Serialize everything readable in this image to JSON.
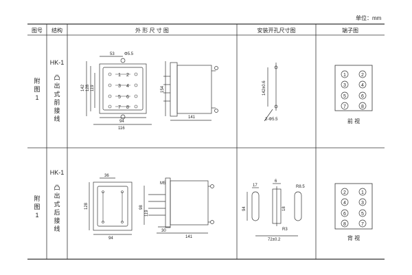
{
  "unit_label": "单位：mm",
  "headers": {
    "fig_no": "图号",
    "structure": "结构",
    "outline": "外 形 尺 寸 图",
    "mounting": "安装开孔尺寸图",
    "terminal": "端子图"
  },
  "rows": [
    {
      "fig_chars": [
        "附",
        "图",
        "1"
      ],
      "model": "HK-1",
      "structure_chars": [
        "凸",
        "出",
        "式",
        "前",
        "接",
        "线"
      ],
      "outline_dims": [
        "53",
        "Φ5.5",
        "142",
        "128",
        "119",
        "154",
        "94",
        "116",
        "141"
      ],
      "part_numbers": [
        "1",
        "2",
        "3",
        "4",
        "5",
        "6",
        "7",
        "8"
      ],
      "mounting_dims": [
        "142±0.6",
        "2-Φ5.5"
      ],
      "terminals": [
        "1",
        "2",
        "3",
        "4",
        "5",
        "6",
        "7",
        "8"
      ],
      "view": "前 视"
    },
    {
      "fig_chars": [
        "附",
        "图",
        "1"
      ],
      "model": "HK-1",
      "structure_chars": [
        "凸",
        "出",
        "式",
        "后",
        "接",
        "线"
      ],
      "outline_dims": [
        "36",
        "128",
        "94",
        "M5",
        "98",
        "119",
        "30",
        "141"
      ],
      "mounting_dims": [
        "17",
        "6",
        "R8.5",
        "94",
        "18",
        "R3",
        "72±0.2"
      ],
      "terminals": [
        "2",
        "1",
        "4",
        "3",
        "6",
        "5",
        "8",
        "7"
      ],
      "view": "背 视"
    }
  ]
}
